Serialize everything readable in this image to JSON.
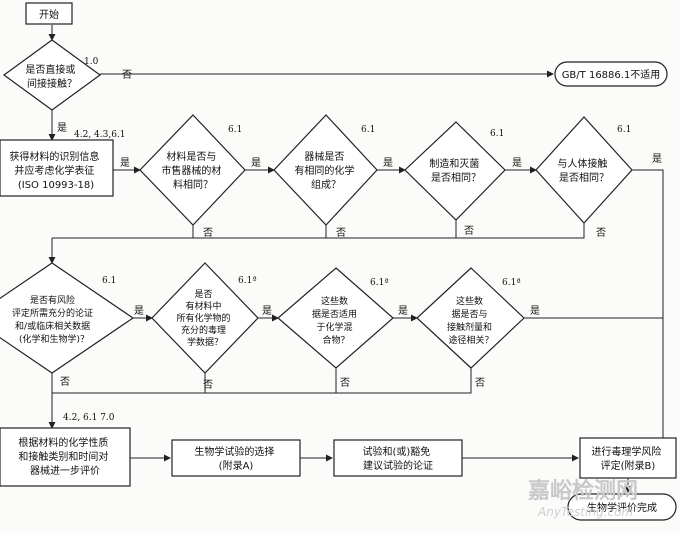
{
  "start": "开始",
  "end_standard": "GB/T 16886.1不适用",
  "decisions": {
    "d1": [
      "是否直接或",
      "间接接触？"
    ],
    "d2": [
      "材料是否与",
      "市售器械的材",
      "料相同？"
    ],
    "d3": [
      "器械是否",
      "有相同的化学",
      "组成？"
    ],
    "d4": [
      "制造和灭菌",
      "是否相同？"
    ],
    "d5": [
      "与人体接触",
      "是否相同？"
    ],
    "d6": [
      "是否有风险",
      "评定所需充分的论证",
      "和/或临床相关数据",
      "(化学和生物学)？"
    ],
    "d7": [
      "是否",
      "有材料中",
      "所有化学物的",
      "充分的毒理",
      "学数据？"
    ],
    "d8": [
      "这些数",
      "据是否适用",
      "于化学混",
      "合物？"
    ],
    "d9": [
      "这些数",
      "据是否与",
      "接触剂量和",
      "途径相关？"
    ]
  },
  "process": {
    "identify": [
      "获得材料的识别信息",
      "并应考虑化学表征",
      "(ISO 10993-18)"
    ],
    "evaluate": [
      "根据材料的化学性质",
      "和接触类别和时间对",
      "器械进一步评价"
    ],
    "bio_select": [
      "生物学试验的选择",
      "(附录A)"
    ],
    "waiver": [
      "试验和(或)豁免",
      "建议试验的论证"
    ],
    "risk": [
      "进行毒理学风险",
      "评定(附录B)"
    ],
    "done": "生物学评价完成"
  },
  "refs": {
    "d1": "1.0",
    "identify": "4.2, 4.3,6.1",
    "d2": "6.1",
    "d3": "6.1",
    "d4": "6.1",
    "d5": "6.1",
    "d6": "6.1",
    "d7": "6.1ª",
    "d8": "6.1ª",
    "d9": "6.1ª",
    "evaluate": "4.2, 6.1 7.0"
  },
  "labels": {
    "yes": "是",
    "no": "否"
  },
  "watermark": {
    "cn": "嘉峪检测网",
    "en": "AnyTesting.com"
  }
}
